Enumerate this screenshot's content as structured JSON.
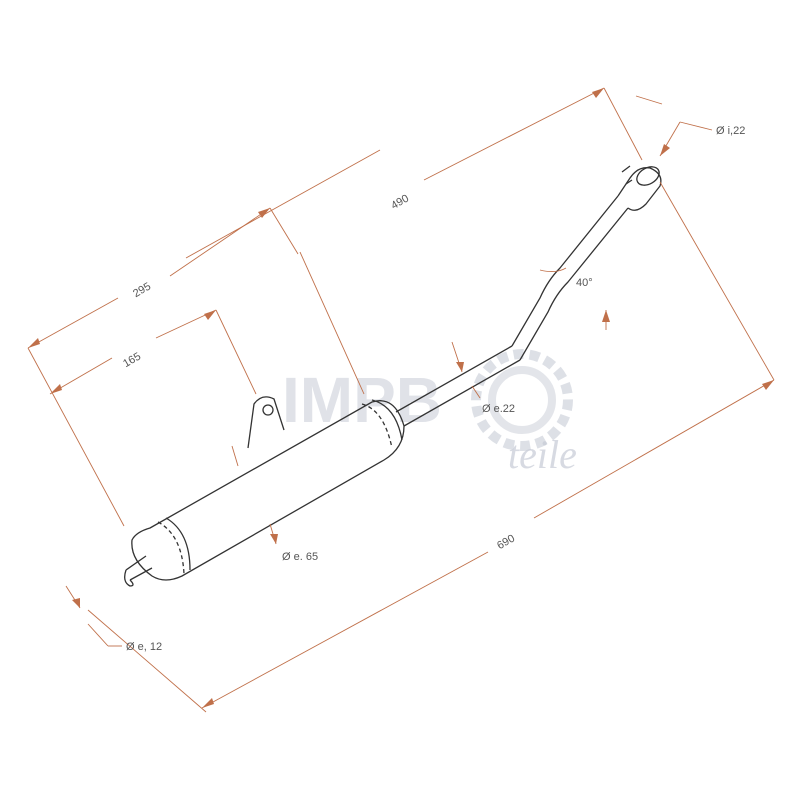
{
  "dimensions": {
    "overall_length": "690",
    "body_offset": "490",
    "bracket_far": "295",
    "bracket_near": "165",
    "bend_angle": "40°",
    "inlet_inner_diameter": "Ø i,22",
    "pipe_outer_diameter": "Ø e.22",
    "muffler_outer_diameter": "Ø e. 65",
    "tailpipe_outer_diameter": "Ø e, 12"
  },
  "watermark": {
    "brand": "IMPB",
    "sub": "teile"
  },
  "colors": {
    "dimension_line": "#c0704a",
    "outline": "#333333",
    "watermark": "#c7cbd6"
  }
}
